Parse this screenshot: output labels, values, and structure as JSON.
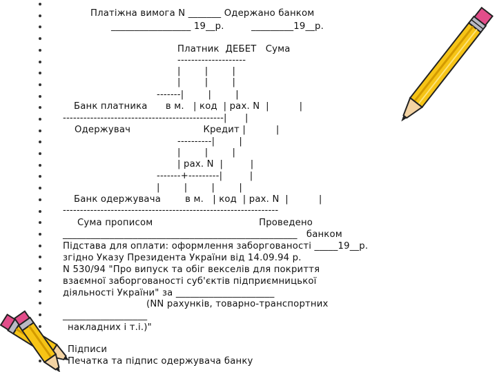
{
  "document": {
    "lines": [
      "Платіжна вимога N _______ Одержано банком",
      "_________________ 19__р.         _________19__р.",
      "Платник  ДЕБЕТ   Сума",
      "--------------------",
      "|        |        |",
      "|        |        |",
      "-------|        |        |",
      "Банк платника      в м.   | код  | рах. N  |          |",
      "-----------------------------------------------|      |",
      "Одержувач                        Кредит |          |",
      "----------|        |",
      "|        |        |",
      "| рах. N  |         |",
      "-------+---------|         |",
      "|        |        |        |",
      "Банк одержувача        в м.   | код  | рах. N  |          |",
      "---------------------------------------------------------------",
      "Сума прописом                                   Проведено",
      "__________________________________________________   банком",
      "Підстава для оплати: оформлення заборгованості _____19__р.",
      "згідно Указу Президента України від 14.09.94 р.",
      "N 530/94 \"Про випуск та обіг векселів для покриття",
      "взаємної заборгованості суб'єктів підприємницької",
      "діяльності України\" за _____________________",
      "(NN рахунків, товарно-транспортних",
      "__________________",
      "накладних і т.і.)\"",
      "Підписи",
      "Печатка та підпис одержувача банку"
    ]
  }
}
